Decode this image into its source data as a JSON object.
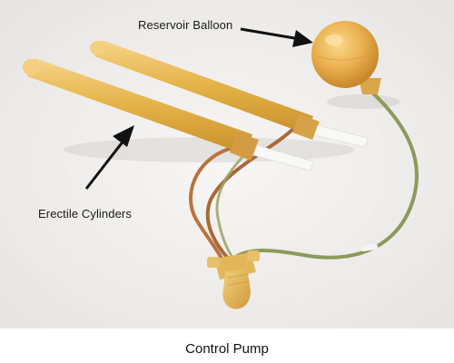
{
  "labels": {
    "reservoir": "Reservoir Balloon",
    "cylinders": "Erectile Cylinders"
  },
  "caption": "Control Pump",
  "colors": {
    "background": "#f1f0ef",
    "silicone": "#e6b54c",
    "silicone_dark": "#c98f2a",
    "tube_copper": "#b8743e",
    "tube_green": "#8c9a5a",
    "arrow": "#111111"
  }
}
